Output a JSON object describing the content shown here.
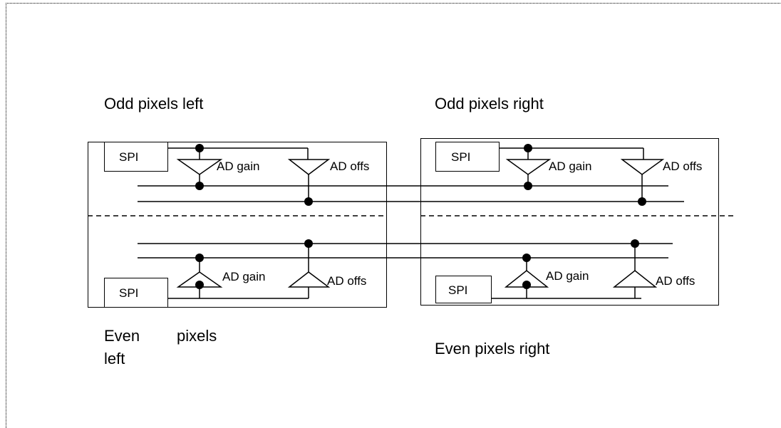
{
  "labels": {
    "odd_left": "Odd pixels left",
    "odd_right": "Odd pixels right",
    "even_left_1": "Even",
    "even_left_2": "pixels",
    "even_left_3": "left",
    "even_right": "Even pixels right"
  },
  "blocks": {
    "spi": "SPI",
    "ad_gain": "AD gain",
    "ad_offs": "AD offs"
  }
}
